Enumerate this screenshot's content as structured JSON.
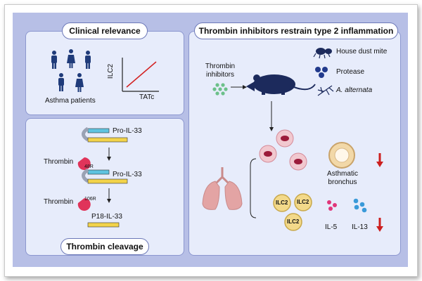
{
  "clinical": {
    "title": "Clinical relevance",
    "patients_label": "Asthma patients",
    "y_axis": "ILC2",
    "x_axis": "TATc"
  },
  "cleavage": {
    "title": "Thrombin cleavage",
    "pro1": "Pro-IL-33",
    "pro2": "Pro-IL-33",
    "p18": "P18-IL-33",
    "thrombin1": "Thrombin",
    "site1": "48R",
    "thrombin2": "Thrombin",
    "site2": "106R"
  },
  "inflammation": {
    "title": "Thrombin inhibitors restrain type 2 inflammation",
    "inhibitors": "Thrombin inhibitors",
    "allergens": [
      "House dust mite",
      "Protease",
      "A. alternata"
    ],
    "bronchus": "Asthmatic bronchus",
    "ilc2": "ILC2",
    "il5": "IL-5",
    "il13": "IL-13"
  },
  "colors": {
    "background": "#b7bfe6",
    "panel": "#e7ecfb",
    "arrow_down": "#cc1f1f",
    "il5": "#e0367a",
    "il13": "#3a9ad9",
    "inhibitor": "#6cc08a",
    "protease": "#223a8c",
    "ilc2_cell": "#f3d98a",
    "thrombin": "#e0345a",
    "il33_bar": "#f2d34a",
    "il33_cap": "#5ec3e0"
  }
}
